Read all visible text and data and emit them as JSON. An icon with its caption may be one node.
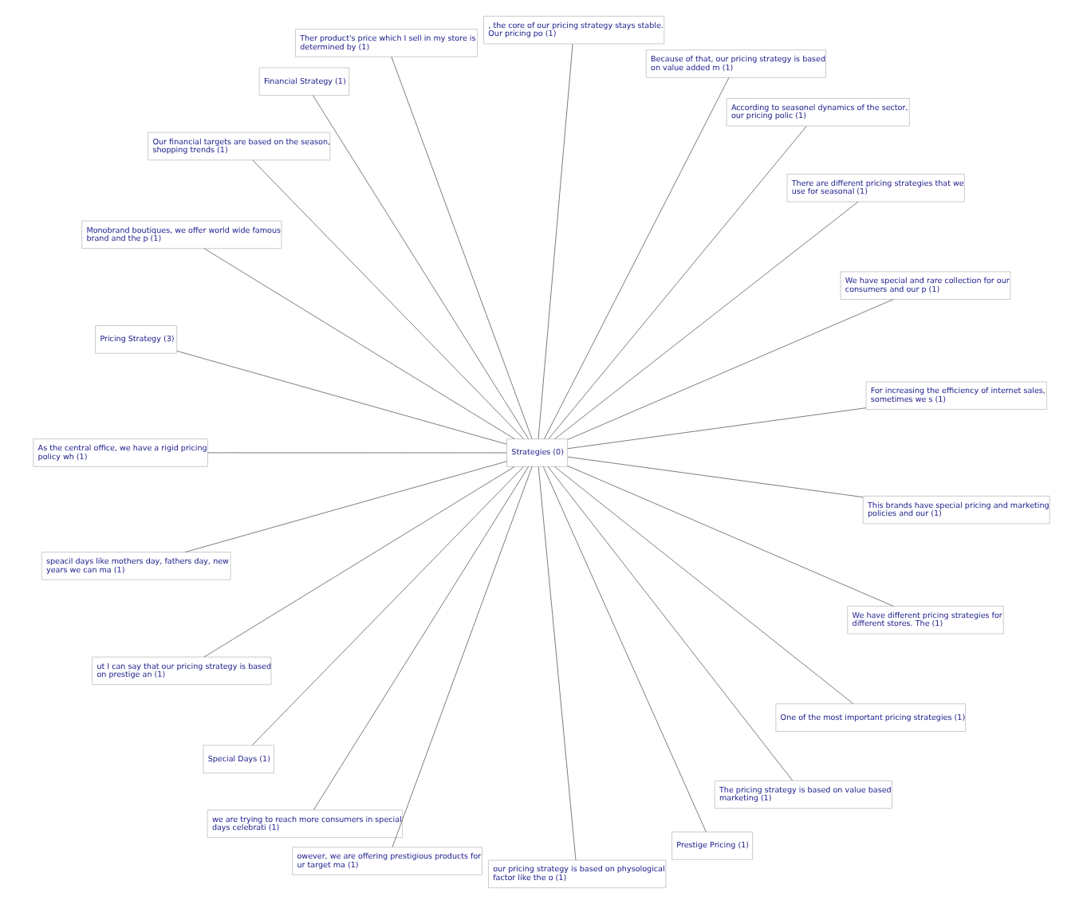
{
  "diagram": {
    "nodes": [
      {
        "text": [
          "For increasing the efficiency of internet sales, sometimes we s (1)"
        ]
      },
      {
        "text": [
          "We have special and rare collection for our consumers and our p (1)"
        ]
      },
      {
        "text": [
          "There are different pricing strategies that we use for seasonal (1)"
        ]
      },
      {
        "text": [
          "According to seasonel dynamics of the sector, our pricing polic (1)"
        ]
      },
      {
        "text": [
          "Because of that, our pricing strategy is based on value added m (1)"
        ]
      },
      {
        "text": [
          ", the core of our pricing strategy stays stable. Our pricing po (1)"
        ]
      },
      {
        "text": [
          "Ther product's price which I sell in my store is determined by (1)"
        ]
      },
      {
        "text": [
          "Financial Strategy (1)"
        ]
      },
      {
        "text": [
          "Our financial targets are based on the season, shopping trends (1)"
        ]
      },
      {
        "text": [
          "Monobrand boutiques, we offer world wide famous brand and the p (1)"
        ]
      },
      {
        "text": [
          "Pricing Strategy (3)"
        ]
      },
      {
        "text": [
          "Strategies (0)"
        ]
      },
      {
        "text": [
          "As the central office, we have a rigid pricing policy wh (1)"
        ]
      },
      {
        "text": [
          "speacil days like mothers day, fathers day, new years we can ma (1)"
        ]
      },
      {
        "text": [
          "ut I can say that our pricing strategy is based on prestige an (1)"
        ]
      },
      {
        "text": [
          "Special Days (1)"
        ]
      },
      {
        "text": [
          "we are trying to reach more consumers in special days celebrati (1)"
        ]
      },
      {
        "text": [
          "owever, we are offering prestigious products for ur target ma (1)"
        ]
      },
      {
        "text": [
          "our pricing strategy is based on physological factor like the o (1)"
        ]
      },
      {
        "text": [
          "Prestige Pricing (1)"
        ]
      },
      {
        "text": [
          "The pricing strategy is based on value based marketing (1)"
        ]
      },
      {
        "text": [
          "One of the most important pricing strategies (1)"
        ]
      },
      {
        "text": [
          "We have different pricing strategies for different stores. The (1)"
        ]
      },
      {
        "text": [
          "This brands have special pricing and marketing policies and our (1)"
        ]
      }
    ],
    "edges": [
      {
        "from": 11,
        "to": 0,
        "arrow": "none"
      },
      {
        "from": 11,
        "to": 1,
        "arrow": "none"
      },
      {
        "from": 11,
        "to": 2,
        "arrow": "none"
      },
      {
        "from": 11,
        "to": 3,
        "arrow": "none"
      },
      {
        "from": 11,
        "to": 4,
        "arrow": "none"
      },
      {
        "from": 11,
        "to": 5,
        "arrow": "none"
      },
      {
        "from": 11,
        "to": 6,
        "arrow": "none"
      },
      {
        "from": 11,
        "to": 7,
        "arrow": "none"
      },
      {
        "from": 11,
        "to": 8,
        "arrow": "none"
      },
      {
        "from": 11,
        "to": 9,
        "arrow": "none"
      },
      {
        "from": 11,
        "to": 10,
        "arrow": "none"
      },
      {
        "from": 11,
        "to": 12,
        "arrow": "none"
      },
      {
        "from": 11,
        "to": 13,
        "arrow": "none"
      },
      {
        "from": 11,
        "to": 14,
        "arrow": "none"
      },
      {
        "from": 11,
        "to": 15,
        "arrow": "none"
      },
      {
        "from": 11,
        "to": 16,
        "arrow": "none"
      },
      {
        "from": 11,
        "to": 17,
        "arrow": "none"
      },
      {
        "from": 11,
        "to": 18,
        "arrow": "none"
      },
      {
        "from": 11,
        "to": 19,
        "arrow": "none"
      },
      {
        "from": 11,
        "to": 20,
        "arrow": "none"
      },
      {
        "from": 11,
        "to": 21,
        "arrow": "none"
      },
      {
        "from": 11,
        "to": 22,
        "arrow": "none"
      },
      {
        "from": 11,
        "to": 23,
        "arrow": "none"
      }
    ]
  }
}
